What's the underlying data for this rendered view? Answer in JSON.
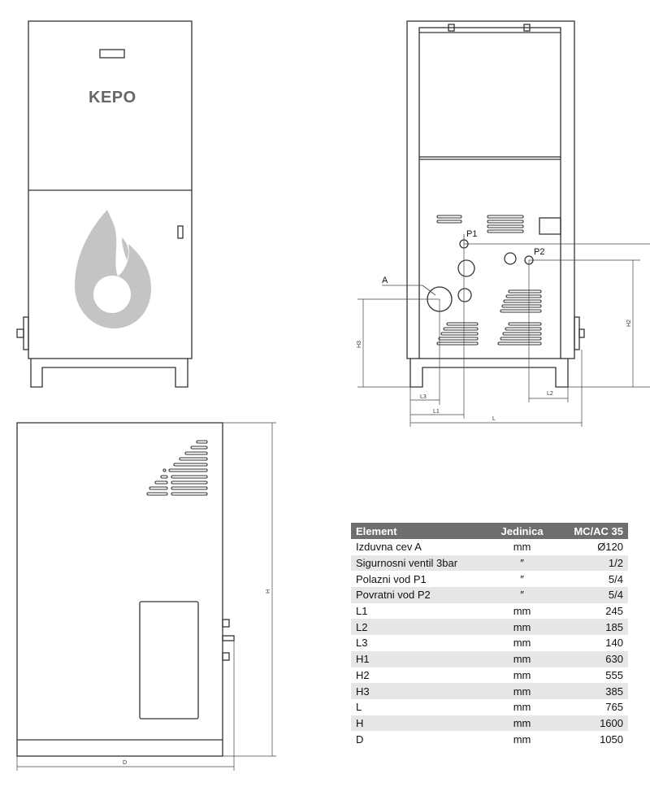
{
  "brand": "KEPO",
  "labels": {
    "A": "A",
    "P1": "P1",
    "P2": "P2",
    "H2": "H2",
    "H3": "H3",
    "L1": "L1",
    "L2": "L2",
    "L3": "L3",
    "L": "L",
    "H": "H",
    "D": "D"
  },
  "table": {
    "headers": [
      "Element",
      "Jedinica",
      "MC/AC 35"
    ],
    "rows": [
      {
        "element": "Izduvna cev A",
        "unit": "mm",
        "value": "Ø120"
      },
      {
        "element": "Sigurnosni ventil 3bar",
        "unit": "″",
        "value": "1/2"
      },
      {
        "element": "Polazni vod P1",
        "unit": "″",
        "value": "5/4"
      },
      {
        "element": "Povratni vod P2",
        "unit": "″",
        "value": "5/4"
      },
      {
        "element": "L1",
        "unit": "mm",
        "value": "245"
      },
      {
        "element": "L2",
        "unit": "mm",
        "value": "185"
      },
      {
        "element": "L3",
        "unit": "mm",
        "value": "140"
      },
      {
        "element": "H1",
        "unit": "mm",
        "value": "630"
      },
      {
        "element": "H2",
        "unit": "mm",
        "value": "555"
      },
      {
        "element": "H3",
        "unit": "mm",
        "value": "385"
      },
      {
        "element": "L",
        "unit": "mm",
        "value": "765"
      },
      {
        "element": "H",
        "unit": "mm",
        "value": "1600"
      },
      {
        "element": "D",
        "unit": "mm",
        "value": "1050"
      }
    ]
  },
  "colors": {
    "header_bg": "#6e6e6e",
    "row_alt": "#e6e6e6",
    "flame": "#c4c4c4",
    "line": "#333333"
  }
}
